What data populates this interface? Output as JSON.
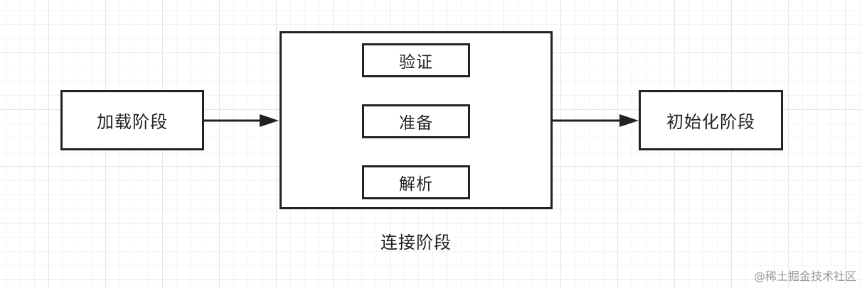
{
  "diagram": {
    "stages": {
      "load": "加载阶段",
      "link": "",
      "init": "初始化阶段"
    },
    "link_substeps": [
      "验证",
      "准备",
      "解析"
    ],
    "link_group_label": "连接阶段",
    "edges": [
      {
        "from": "加载阶段",
        "to": "连接阶段"
      },
      {
        "from": "连接阶段",
        "to": "初始化阶段"
      }
    ]
  },
  "watermark": "@稀土掘金技术社区",
  "colors": {
    "stroke": "#222222",
    "grid": "#e6e6e6",
    "watermark": "#9a9a9a"
  }
}
